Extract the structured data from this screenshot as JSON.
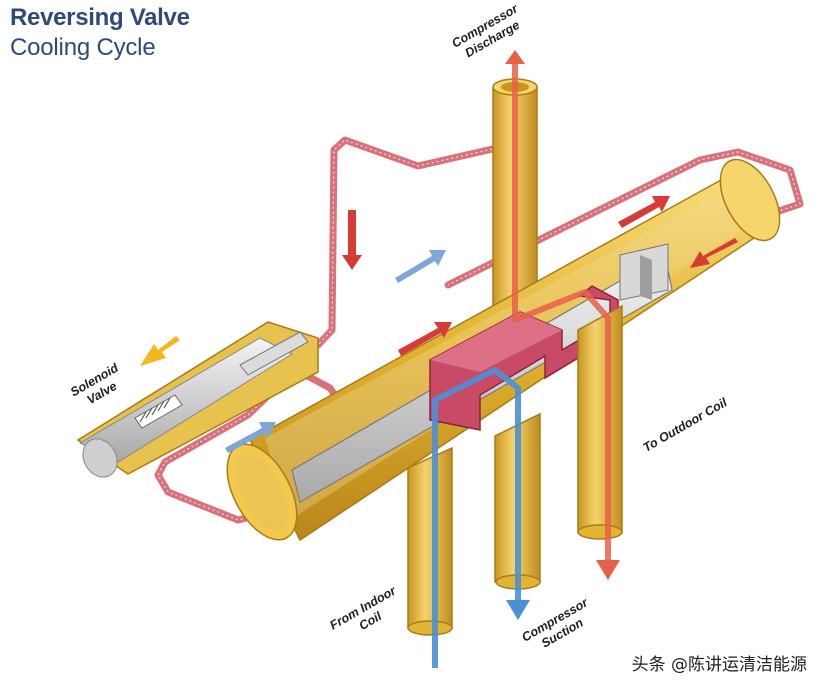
{
  "title": {
    "line1": "Reversing Valve",
    "line2": "Cooling Cycle"
  },
  "labels": {
    "discharge": [
      "Compressor",
      "Discharge"
    ],
    "solenoid": [
      "Solenoid",
      "Valve"
    ],
    "outdoor": "To Outdoor Coil",
    "indoor": [
      "From Indoor",
      "Coil"
    ],
    "suction": [
      "Compressor",
      "Suction"
    ]
  },
  "watermark": "头条 @陈讲运清洁能源",
  "colors": {
    "title": "#2f4a78",
    "brass": "#e3b432",
    "brass_dark": "#b9861a",
    "hot_flow": "#e8604a",
    "cool_flow": "#4a90d6",
    "solenoid_arrow": "#f2b81c",
    "capillary": "#d9707a"
  }
}
